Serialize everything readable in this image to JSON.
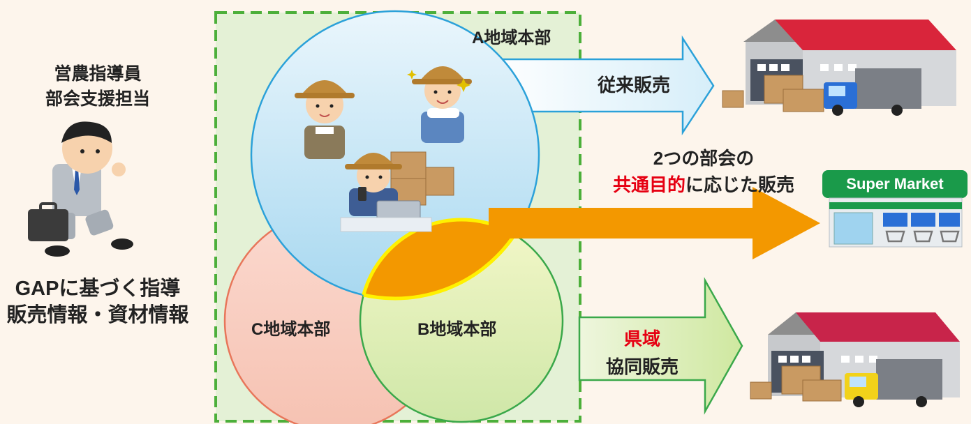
{
  "staff": {
    "role_line1": "営農指導員",
    "role_line2": "部会支援担当",
    "duty_line1": "GAPに基づく指導",
    "duty_line2": "販売情報・資材情報"
  },
  "regions": {
    "a": "A地域本部",
    "b": "B地域本部",
    "c": "C地域本部"
  },
  "flows": {
    "conventional": "従来販売",
    "shared_line1": "2つの部会の",
    "shared_highlight": "共通目的",
    "shared_rest": "に応じた販売",
    "prefecture_highlight": "県域",
    "prefecture_line2": "協同販売"
  },
  "supermarket_sign": "Super Market",
  "icons": [
    "staff-businessman-icon",
    "farmer-icon",
    "warehouse-icon",
    "truck-icon",
    "supermarket-icon",
    "shopping-cart-icon",
    "laptop-icon",
    "smartphone-icon"
  ],
  "colors": {
    "background": "#fdf5ec",
    "group_border": "#4caf3a",
    "region_a": "#2ba1d9",
    "region_b": "#3aa84a",
    "region_c": "#e8765a",
    "overlap": "#f39800",
    "overlap_border": "#fff100",
    "highlight_text": "#e60012"
  }
}
